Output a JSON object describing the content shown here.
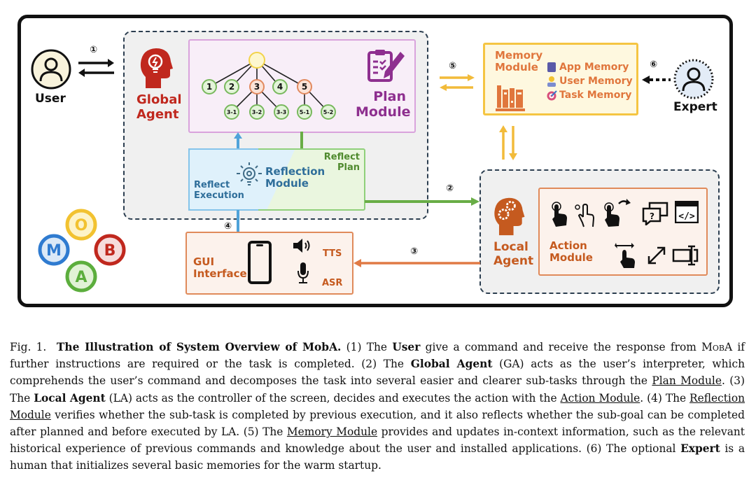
{
  "figure": {
    "user_label": "User",
    "expert_label": "Expert",
    "global_agent_label": [
      "Global",
      "Agent"
    ],
    "local_agent_label": [
      "Local",
      "Agent"
    ],
    "plan_module": {
      "label": [
        "Plan",
        "Module"
      ],
      "tree": {
        "root": "",
        "level1": [
          "1",
          "2",
          "3",
          "4",
          "5"
        ],
        "level2": [
          "3-1",
          "3-2",
          "3-3",
          "5-1",
          "5-2"
        ]
      }
    },
    "reflection_module": {
      "label": [
        "Reflection",
        "Module"
      ],
      "reflect_execution": [
        "Reflect",
        "Execution"
      ],
      "reflect_plan": [
        "Reflect",
        "Plan"
      ]
    },
    "memory_module": {
      "label": [
        "Memory",
        "Module"
      ],
      "items": [
        "App Memory",
        "User Memory",
        "Task Memory"
      ]
    },
    "action_module": {
      "label": [
        "Action",
        "Module"
      ],
      "icons": [
        "tap-icon",
        "long-press-icon",
        "swipe-icon",
        "dialog-icon",
        "code-icon",
        "drag-icon",
        "resize-icon",
        "text-input-icon"
      ]
    },
    "gui_interface": {
      "label": [
        "GUI",
        "Interface"
      ],
      "tts": "TTS",
      "asr": "ASR"
    },
    "steps": [
      "①",
      "②",
      "③",
      "④",
      "⑤",
      "⑥"
    ],
    "logo_letters": [
      "M",
      "O",
      "B",
      "A"
    ],
    "colors": {
      "global_agent": "#c0281e",
      "plan": "#8e2f8f",
      "reflection_blue": "#2f6e9a",
      "reflection_green": "#4f8a2e",
      "memory": "#e0763c",
      "memory_border": "#f5c542",
      "local_agent": "#c55a1f",
      "action_border": "#e08a5a",
      "arrow_blue": "#4fa3d9",
      "arrow_green": "#69ad46",
      "arrow_orange": "#e07a45",
      "arrow_yellow": "#f2bb3a"
    }
  },
  "caption": {
    "fig": "Fig. 1.",
    "title": "The Illustration of System Overview of MobA.",
    "p1a": " (1) The ",
    "user": "User",
    "p1b": " give a command and receive the response from ",
    "moba": "MobA",
    "p1c": " if further instructions are required or the task is completed. (2) The ",
    "ga": "Global Agent",
    "p2a": " (GA) acts as the user’s interpreter, which comprehends the user’s command and decomposes the task into several easier and clearer sub-tasks through the ",
    "plan_module": "Plan Module",
    "p3a": ". (3) The ",
    "la": "Local Agent",
    "p3b": " (LA) acts as the controller of the screen, decides and executes the action with the ",
    "action_module": "Action Module",
    "p4a": ". (4) The ",
    "reflection_module": "Reflection Module",
    "p4b": " verifies whether the sub-task is completed by previous execution, and it also reflects whether the sub-goal can be completed after planned and before executed by LA. (5) The ",
    "memory_module": "Memory Module",
    "p5": " provides and updates in-context information, such as the relevant historical experience of previous commands and knowledge about the user and installed applications. (6) The optional ",
    "expert": "Expert",
    "p6": " is a human that initializes several basic memories for the warm startup."
  }
}
